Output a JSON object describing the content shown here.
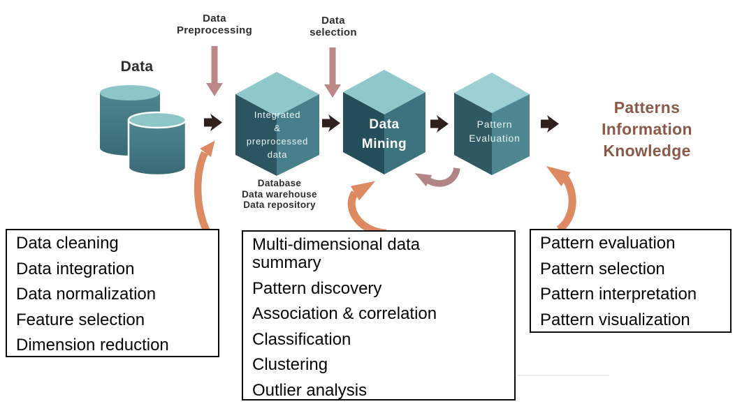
{
  "diagram": {
    "data_label": "Data",
    "preprocessing_label": "Data\nPreprocessing",
    "selection_label": "Data\nselection",
    "storage_caption": "Database\nData warehouse\nData repository",
    "nodes": {
      "integrated": "Integrated\n&\npreprocessed\ndata",
      "mining": "Data\nMining",
      "evaluation": "Pattern\nEvaluation"
    },
    "output_label": "Patterns\nInformation\nKnowledge"
  },
  "boxes": {
    "preprocessing_steps": {
      "items": [
        "Data cleaning",
        "Data integration",
        "Data normalization",
        "Feature selection",
        "Dimension reduction"
      ]
    },
    "mining_steps": {
      "items": [
        "Multi-dimensional data\nsummary",
        "Pattern discovery",
        "Association & correlation",
        "Classification",
        "Clustering",
        "Outlier analysis"
      ]
    },
    "evaluation_steps": {
      "items": [
        "Pattern evaluation",
        "Pattern selection",
        "Pattern interpretation",
        "Pattern visualization"
      ]
    }
  },
  "colors": {
    "flow_arrow": "#30201c",
    "rose_arrow": "#bb8787",
    "orange_arrow": "#dd8a62",
    "mauve_arrow": "#b28585",
    "cube_top": "#8fc8cb",
    "cube_left": "#2b5560",
    "cube_right": "#47808c",
    "mining_cube_left": "#244e59",
    "mining_cube_right": "#3d737f",
    "eval_cube_top": "#9dd0d2",
    "eval_cube_left": "#2e5862",
    "eval_cube_right": "#4d8792",
    "cylinder_top": "#8cc6c9",
    "output_text": "#8a5947",
    "label_text": "#2d2d2d",
    "box_border": "#0d0d0d"
  }
}
